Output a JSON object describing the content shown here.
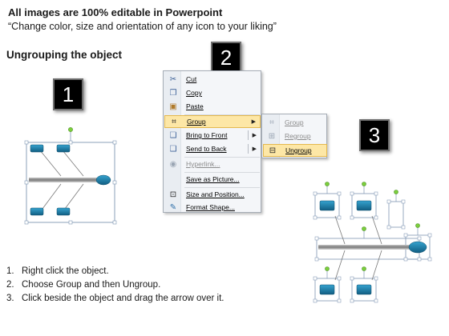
{
  "header": {
    "title": "All images are 100% editable in Powerpoint",
    "subtitle": "“Change color, size and orientation of any icon to your liking”"
  },
  "section_title": "Ungrouping the object",
  "steps": [
    "1",
    "2",
    "3"
  ],
  "context_menu": {
    "items": [
      {
        "label": "Cut",
        "icon": "scissors-icon"
      },
      {
        "label": "Copy",
        "icon": "copy-icon"
      },
      {
        "label": "Paste",
        "icon": "paste-icon"
      },
      {
        "label": "Group",
        "icon": "group-icon",
        "submenu": true,
        "highlighted": true
      },
      {
        "label": "Bring to Front",
        "icon": "bring-to-front-icon",
        "submenu": true
      },
      {
        "label": "Send to Back",
        "icon": "send-to-back-icon",
        "submenu": true
      },
      {
        "label": "Hyperlink...",
        "icon": "hyperlink-icon",
        "disabled": true
      },
      {
        "label": "Save as Picture...",
        "icon": ""
      },
      {
        "label": "Size and Position...",
        "icon": "size-position-icon"
      },
      {
        "label": "Format Shape...",
        "icon": "format-shape-icon"
      }
    ]
  },
  "group_submenu": {
    "items": [
      {
        "label": "Group",
        "icon": "group-icon",
        "disabled": true
      },
      {
        "label": "Regroup",
        "icon": "regroup-icon",
        "disabled": true
      },
      {
        "label": "Ungroup",
        "icon": "ungroup-icon",
        "highlighted": true
      }
    ]
  },
  "instructions": [
    {
      "num": "1.",
      "text": "Right click the object."
    },
    {
      "num": "2.",
      "text": "Choose Group and then Ungroup."
    },
    {
      "num": "3.",
      "text": "Click beside the object and drag the arrow over it."
    }
  ],
  "colors": {
    "shape_blue": "#1b7ca8",
    "selection": "#7f96b3",
    "handle_green": "#7ccf3c",
    "highlight": "#fde7a6"
  }
}
